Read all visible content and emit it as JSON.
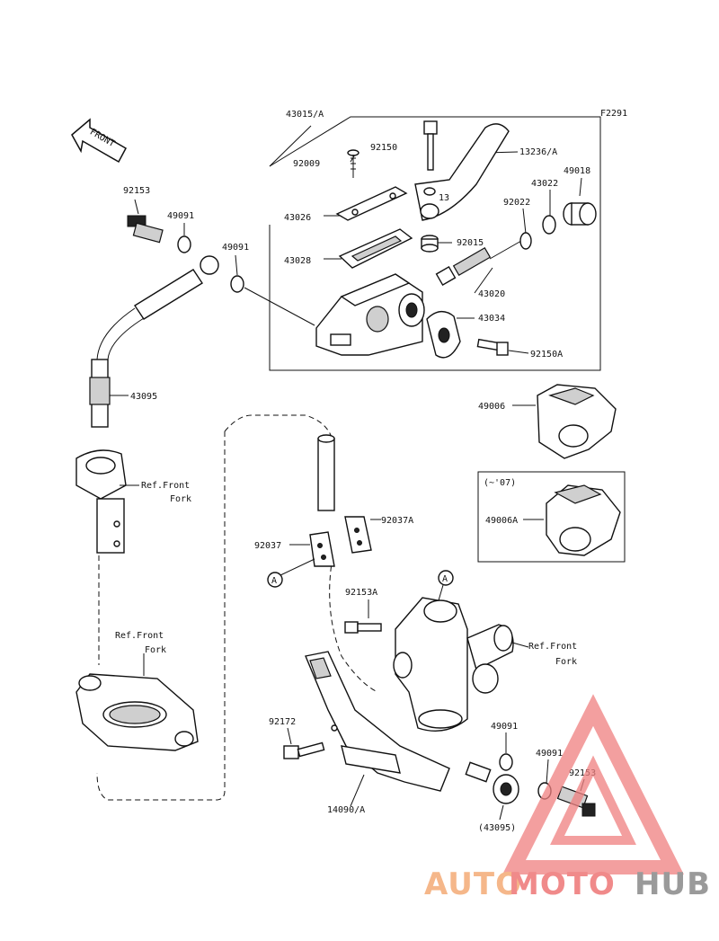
{
  "figure_code": "F2291",
  "front_arrow": "FRONT",
  "labels": {
    "p43015A": "43015/A",
    "p92009": "92009",
    "p92150": "92150",
    "p13236A": "13236/A",
    "p43022": "43022",
    "p49018": "49018",
    "p92022": "92022",
    "p43026": "43026",
    "p43028": "43028",
    "p92015": "92015",
    "p43020": "43020",
    "p43034": "43034",
    "p92150A": "92150A",
    "p92153_top": "92153",
    "p49091_top": "49091",
    "p49091_mid": "49091",
    "p43095": "43095",
    "p49006": "49006",
    "p07": "(~'07)",
    "p49006A": "49006A",
    "ref_front_fork_1a": "Ref.Front",
    "ref_front_fork_1b": "Fork",
    "p92037A": "92037A",
    "p92037": "92037",
    "callout_A": "A",
    "p92153A": "92153A",
    "ref_front_fork_2a": "Ref.Front",
    "ref_front_fork_2b": "Fork",
    "ref_front_fork_3a": "Ref.Front",
    "ref_front_fork_3b": "Fork",
    "p92172": "92172",
    "p49091_low": "49091",
    "p49091_low2": "49091",
    "p92153_low": "92153",
    "p14090A": "14090/A",
    "p43095_paren": "(43095)"
  },
  "watermark": {
    "part1": "AUTO",
    "part2": "MOTO",
    "part3": "HUB",
    "color1": "#f5b78a",
    "color2": "#f08a8a",
    "color3": "#9a9a9a",
    "triangle_color": "#f08080"
  }
}
